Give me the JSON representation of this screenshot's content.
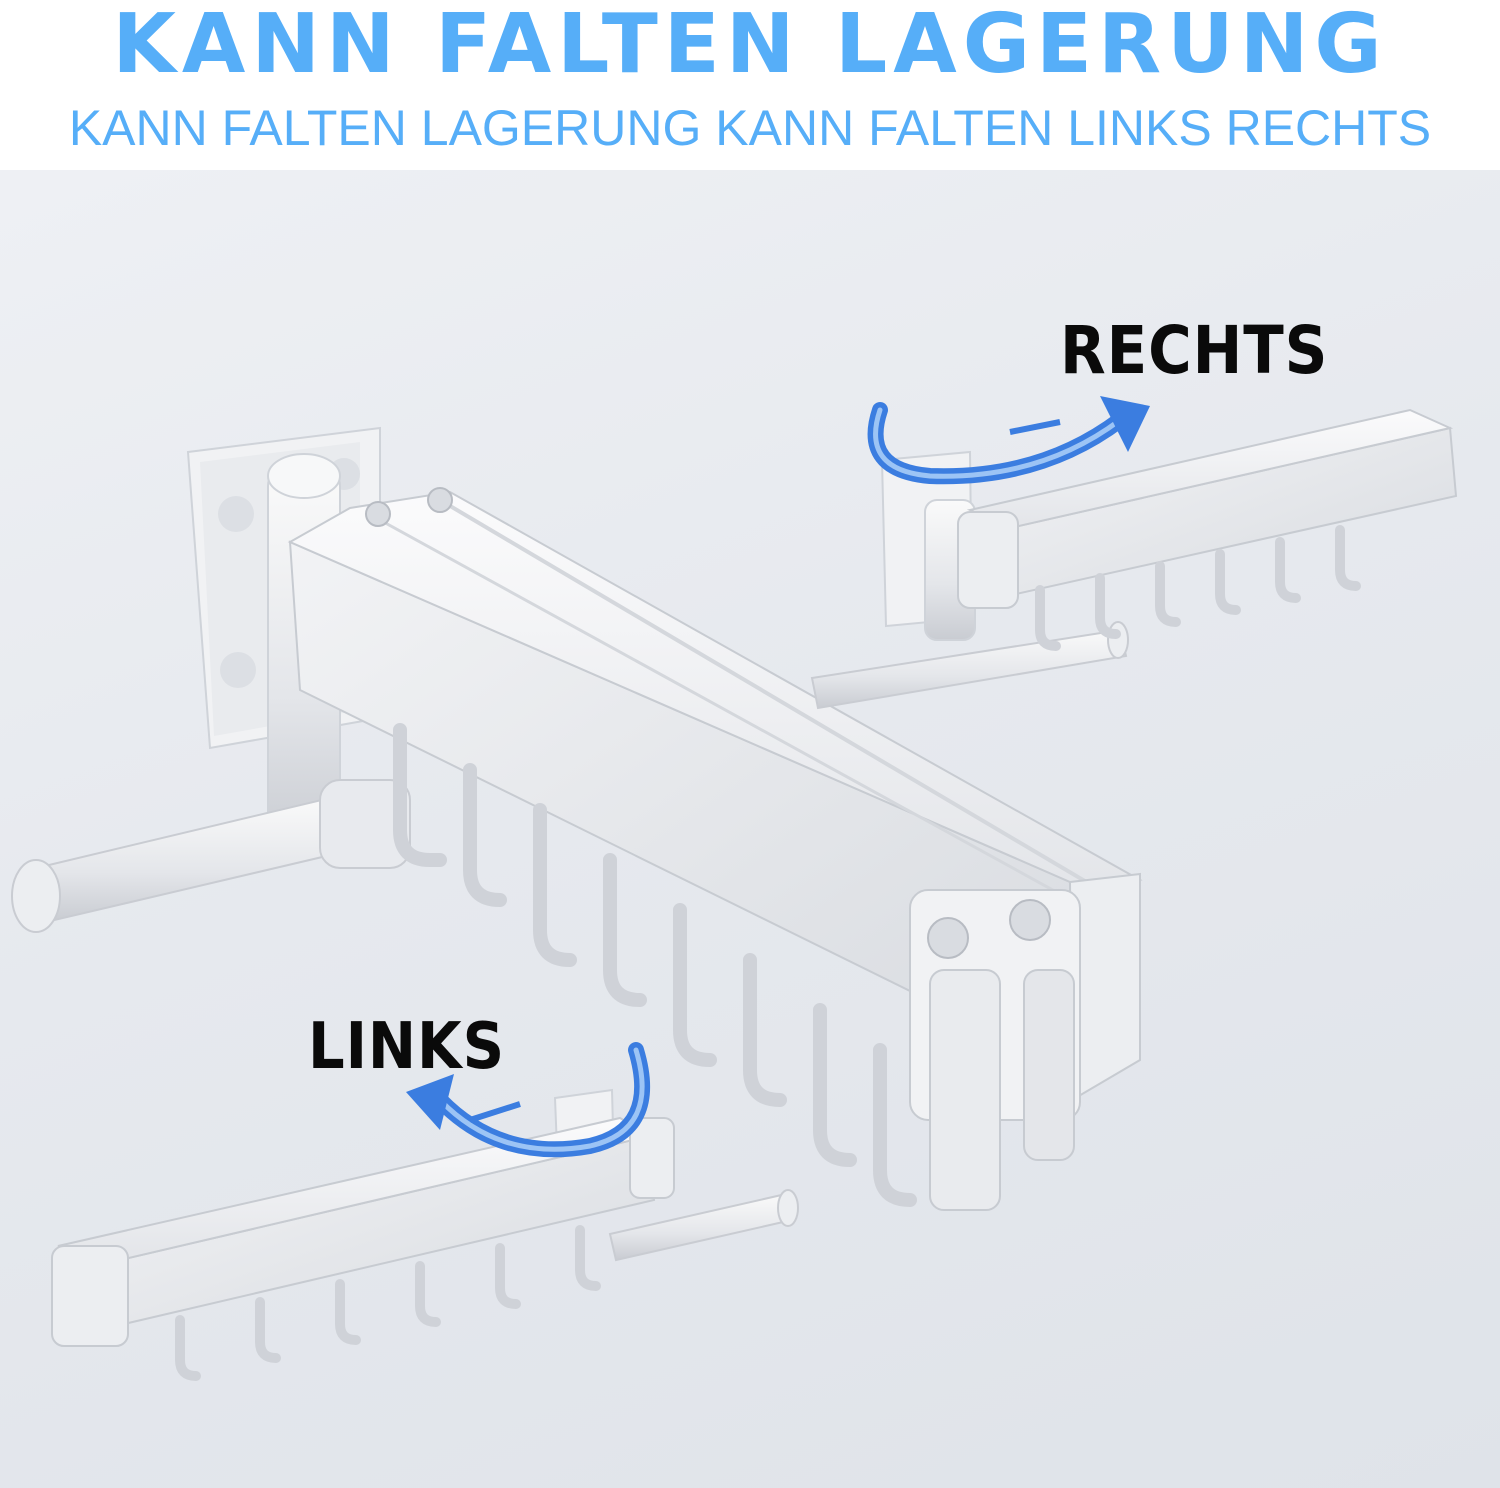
{
  "header": {
    "title": "KANN FALTEN LAGERUNG",
    "subtitle": "KANN FALTEN LAGERUNG KANN FALTEN LINKS RECHTS"
  },
  "labels": {
    "right": "RECHTS",
    "left": "LINKS"
  },
  "colors": {
    "accent_blue": "#56aef8",
    "arrow_blue": "#3b7de0",
    "product_white": "#f3f4f6",
    "wall": "#e6e9ee",
    "label_black": "#0a0a0a"
  },
  "icons": {
    "right_arrow": "curved-arrow-right-icon",
    "left_arrow": "curved-arrow-left-icon"
  }
}
